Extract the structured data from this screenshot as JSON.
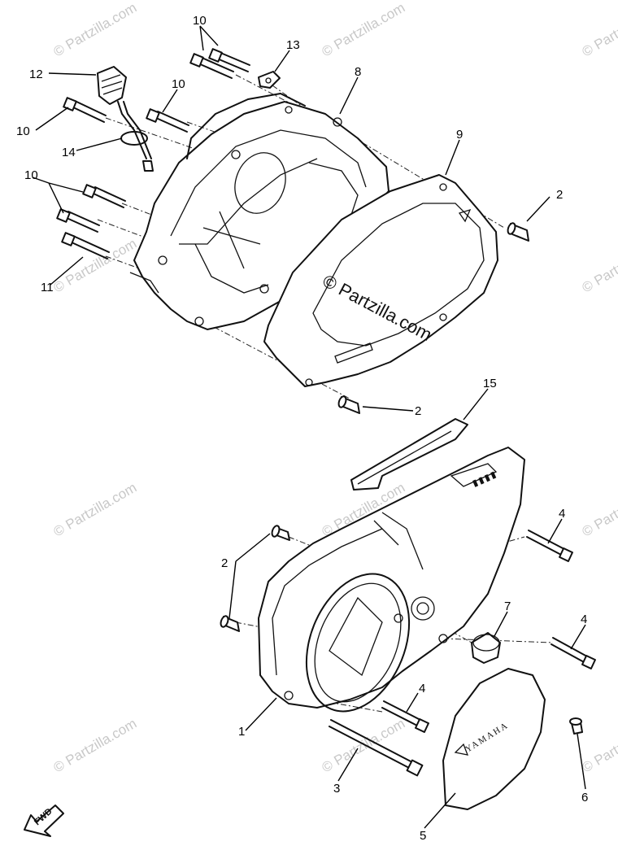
{
  "watermark": {
    "text": "© Partzilla.com",
    "center_text": "© Partzilla.com"
  },
  "callouts": {
    "c1": "1",
    "c2a": "2",
    "c2b": "2",
    "c2c": "2",
    "c3": "3",
    "c4a": "4",
    "c4b": "4",
    "c4c": "4",
    "c5": "5",
    "c6": "6",
    "c7": "7",
    "c8": "8",
    "c9": "9",
    "c10a": "10",
    "c10b": "10",
    "c10c": "10",
    "c10d": "10",
    "c11": "11",
    "c12": "12",
    "c13": "13",
    "c14": "14",
    "c15": "15"
  },
  "embossing": {
    "cover_brand": "YAMAHA",
    "direction": "FWD"
  },
  "colors": {
    "ink": "#111111",
    "watermark": "#c8c8c8",
    "background": "#ffffff"
  }
}
